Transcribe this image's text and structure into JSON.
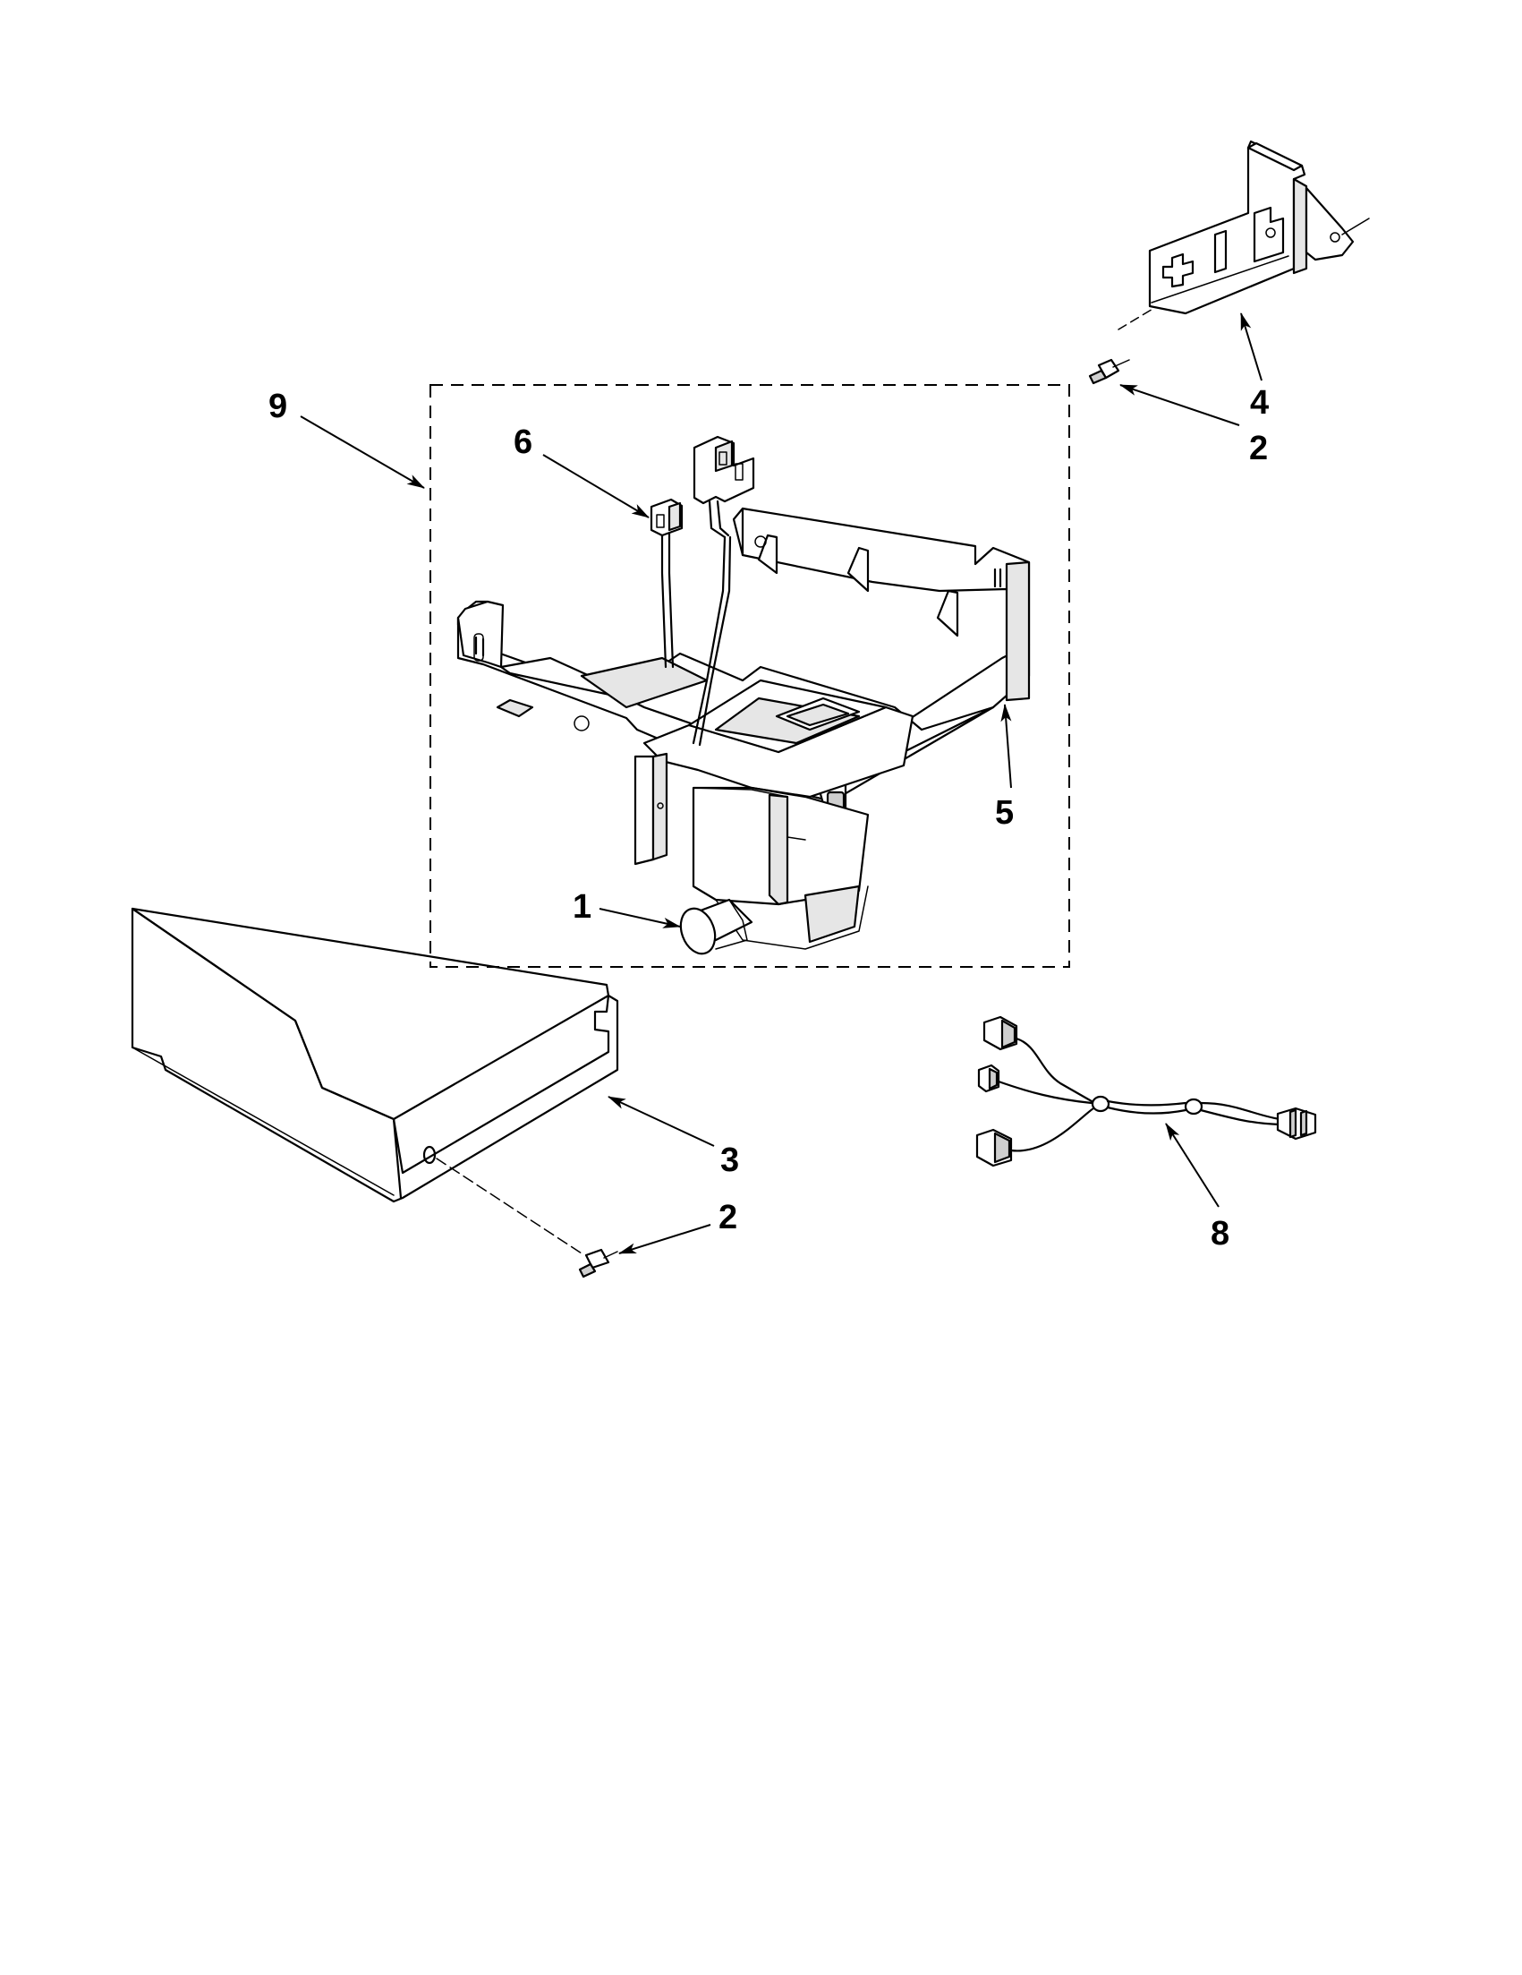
{
  "diagram": {
    "callouts": [
      {
        "id": "9",
        "label": "9"
      },
      {
        "id": "6",
        "label": "6"
      },
      {
        "id": "4",
        "label": "4"
      },
      {
        "id": "2a",
        "label": "2"
      },
      {
        "id": "5",
        "label": "5"
      },
      {
        "id": "1",
        "label": "1"
      },
      {
        "id": "3",
        "label": "3"
      },
      {
        "id": "2b",
        "label": "2"
      },
      {
        "id": "8",
        "label": "8"
      }
    ]
  },
  "colors": {
    "ink": "#000000",
    "background": "#ffffff"
  }
}
